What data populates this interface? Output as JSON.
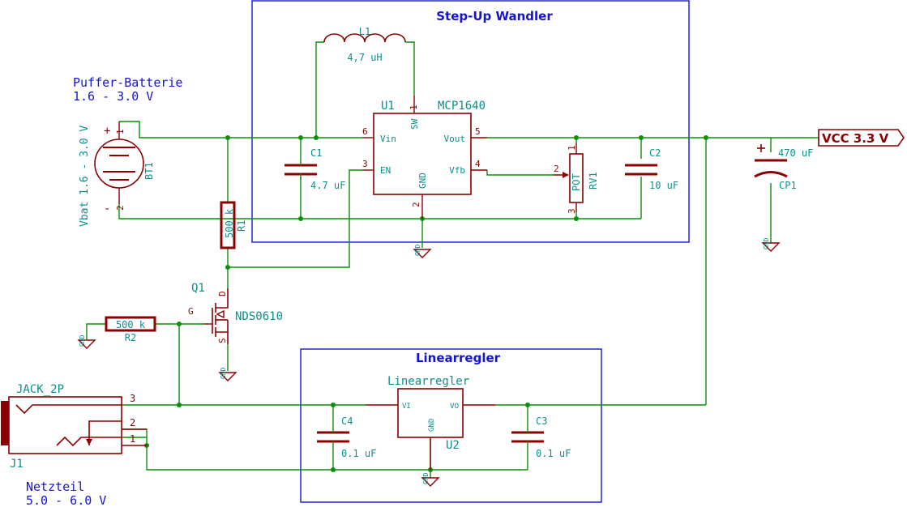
{
  "sections": {
    "stepup_title": "Step-Up Wandler",
    "linear_title": "Linearregler"
  },
  "notes": {
    "battery_line1": "Puffer-Batterie",
    "battery_line2": "1.6 - 3.0 V",
    "psu_line1": "Netzteil",
    "psu_line2": "5.0 - 6.0 V"
  },
  "components": {
    "L1": {
      "ref": "L1",
      "value": "4,7 uH"
    },
    "U1": {
      "ref": "U1",
      "value": "MCP1640",
      "pins": {
        "vin": "Vin",
        "sw": "SW",
        "vout": "Vout",
        "en": "EN",
        "gnd": "GND",
        "vfb": "Vfb"
      },
      "numbers": {
        "vin": "6",
        "sw": "1",
        "vout": "5",
        "en": "3",
        "gnd": "2",
        "vfb": "4"
      }
    },
    "C1": {
      "ref": "C1",
      "value": "4.7 uF"
    },
    "C2": {
      "ref": "C2",
      "value": "10 uF"
    },
    "RV1": {
      "ref": "RV1",
      "value": "POT",
      "pins": [
        "1",
        "2",
        "3"
      ]
    },
    "BT1": {
      "ref": "BT1",
      "value": "Vbat 1.6 - 3.0 V",
      "plus": "+",
      "minus": "-",
      "pin1": "1",
      "pin2": "2"
    },
    "R1": {
      "ref": "R1",
      "value": "500 k"
    },
    "R2": {
      "ref": "R2",
      "value": "500 k"
    },
    "Q1": {
      "ref": "Q1",
      "value": "NDS0610",
      "g": "G",
      "d": "D",
      "s": "S"
    },
    "CP1": {
      "ref": "CP1",
      "value": "470 uF"
    },
    "U2": {
      "ref": "U2",
      "value": "Linearregler",
      "vi": "VI",
      "vo": "VO",
      "gnd": "GND"
    },
    "C3": {
      "ref": "C3",
      "value": "0.1 uF"
    },
    "C4": {
      "ref": "C4",
      "value": "0.1 uF"
    },
    "J1": {
      "ref": "J1",
      "value": "JACK_2P",
      "pins": [
        "3",
        "2",
        "1"
      ]
    }
  },
  "net_label": "VCC 3.3 V",
  "gnd_label": "GND"
}
